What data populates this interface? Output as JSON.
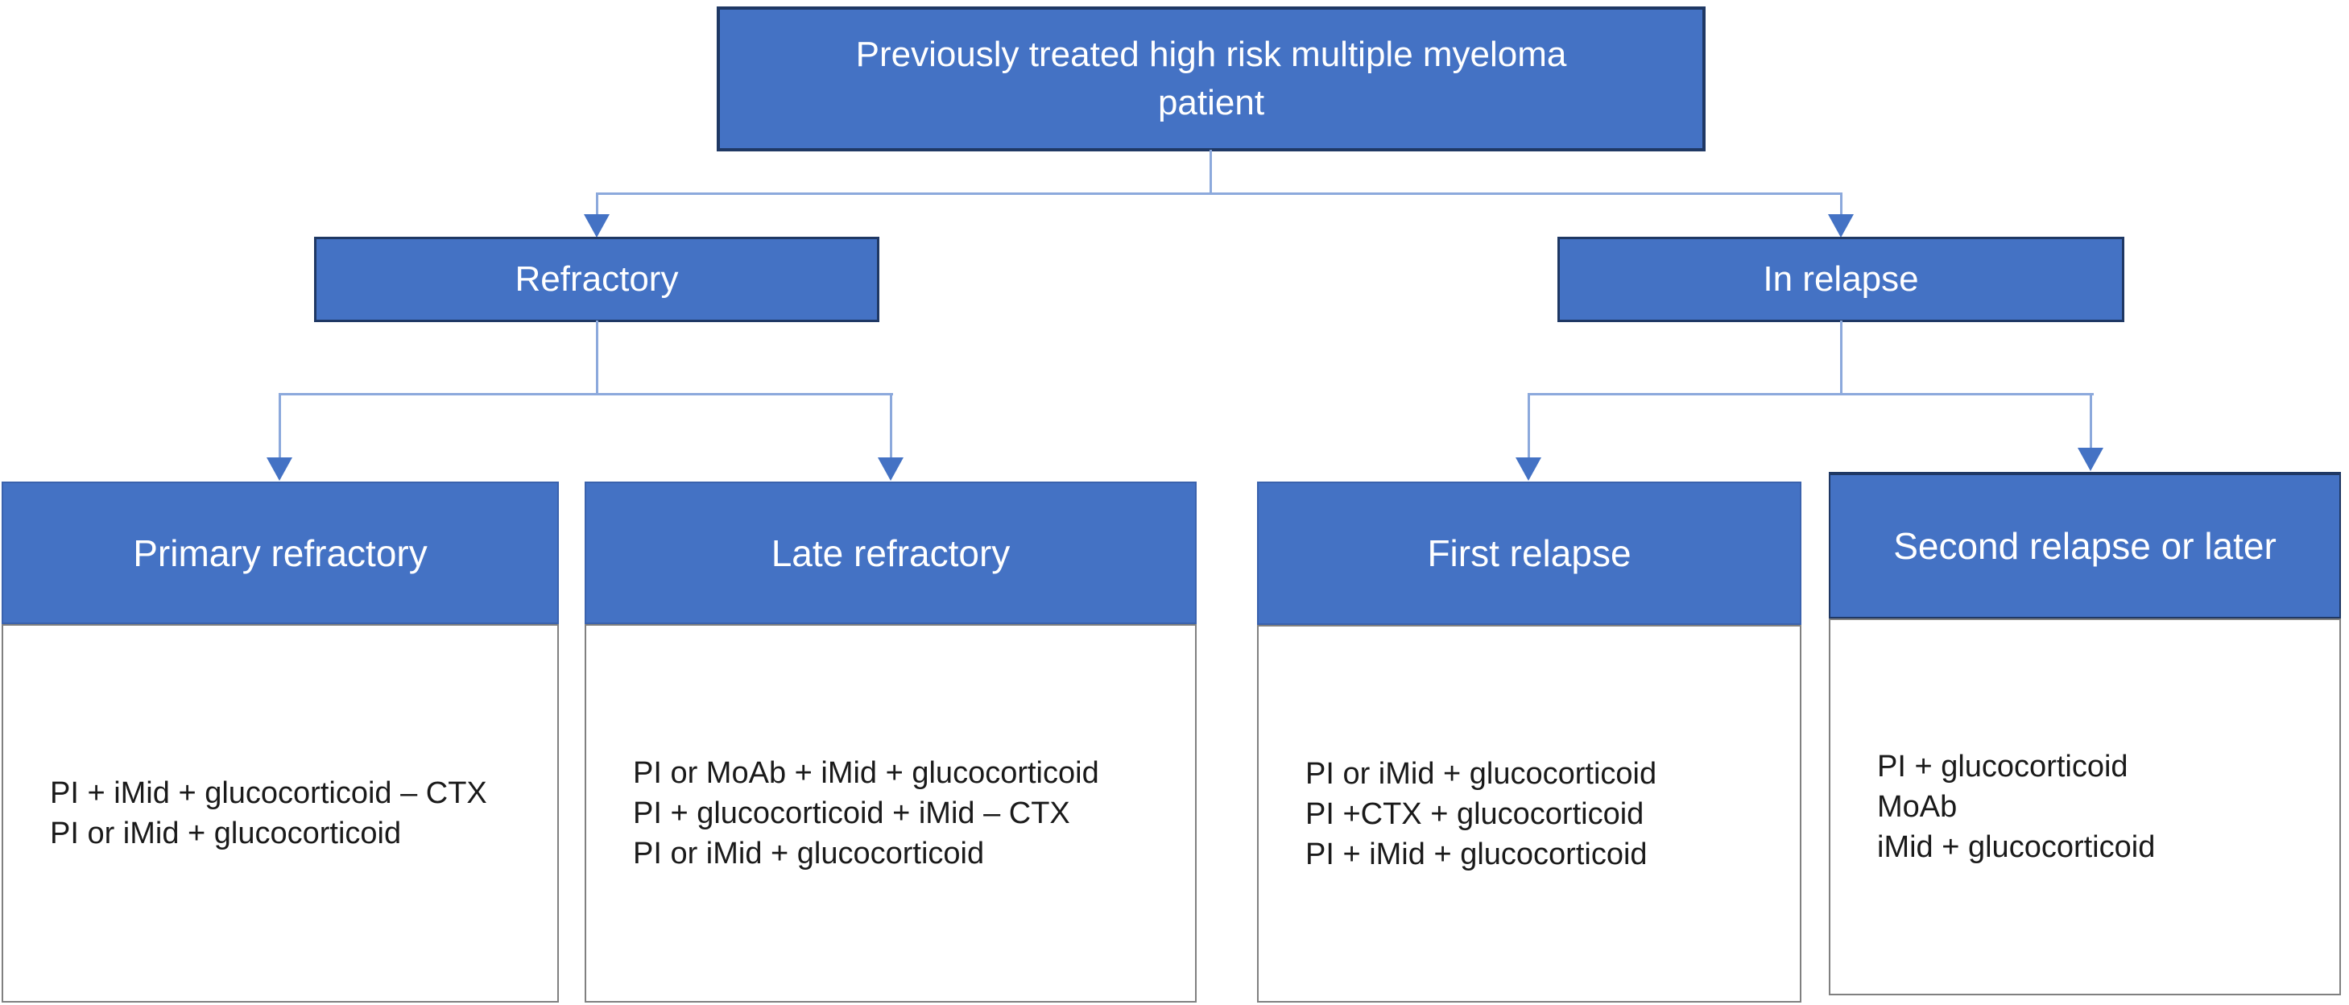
{
  "diagram": {
    "root": {
      "label": "Previously treated high risk multiple myeloma patient"
    },
    "branches": [
      {
        "label": "Refractory"
      },
      {
        "label": "In relapse"
      }
    ],
    "leaves": [
      {
        "title": "Primary refractory",
        "treatments": [
          "PI + iMid + glucocorticoid – CTX",
          "PI or iMid + glucocorticoid"
        ]
      },
      {
        "title": "Late refractory",
        "treatments": [
          "PI or MoAb + iMid + glucocorticoid",
          "PI + glucocorticoid + iMid – CTX",
          "PI or iMid + glucocorticoid"
        ]
      },
      {
        "title": "First relapse",
        "treatments": [
          "PI or iMid + glucocorticoid",
          "PI +CTX + glucocorticoid",
          "PI + iMid + glucocorticoid"
        ]
      },
      {
        "title": "Second relapse or later",
        "treatments": [
          "PI + glucocorticoid",
          "MoAb",
          "iMid + glucocorticoid"
        ]
      }
    ],
    "colors": {
      "box_fill": "#4472C4",
      "box_border": "#1F3864",
      "header_border": "#3A62AD",
      "header_text": "#FFFFFF",
      "connector": "#8CA9DC",
      "arrowhead": "#4472C4",
      "body_border": "#808080",
      "text": "#1A1A1A"
    }
  }
}
